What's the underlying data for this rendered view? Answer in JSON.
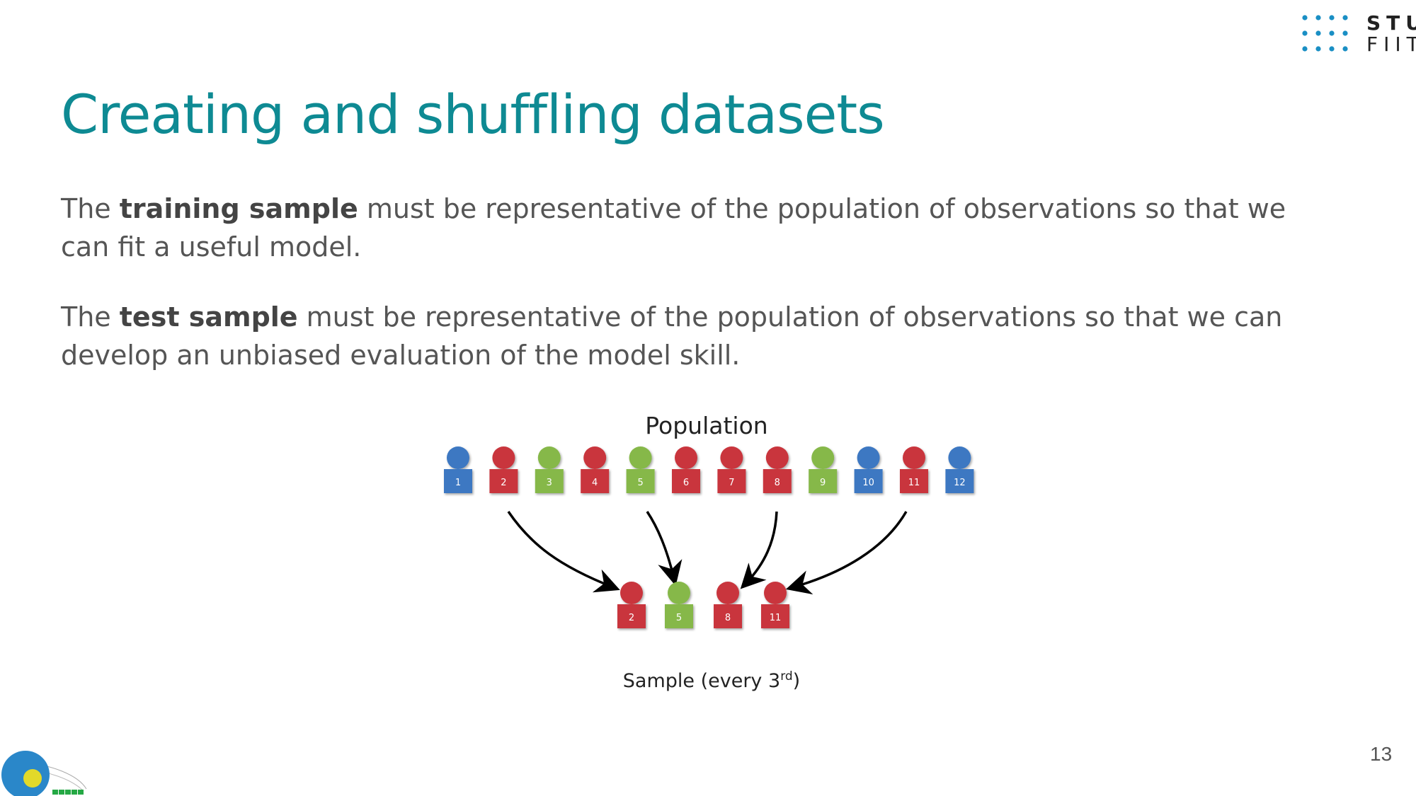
{
  "logo": {
    "line1": "STU",
    "line2": "FIIT"
  },
  "title": "Creating and shuffling datasets",
  "paragraphs": [
    {
      "prefix": "The ",
      "bold": "training sample",
      "suffix": " must be representative of the population of observations so that we can fit a useful model."
    },
    {
      "prefix": "The ",
      "bold": "test sample",
      "suffix": " must be representative of the population of observations so that we can develop an unbiased evaluation of the model skill."
    }
  ],
  "figure": {
    "population_label": "Population",
    "sample_label_base": "Sample (every 3",
    "sample_label_sup": "rd",
    "sample_label_end": ")",
    "population": [
      {
        "label": "1",
        "color": "blue"
      },
      {
        "label": "2",
        "color": "red"
      },
      {
        "label": "3",
        "color": "green"
      },
      {
        "label": "4",
        "color": "red"
      },
      {
        "label": "5",
        "color": "green"
      },
      {
        "label": "6",
        "color": "red"
      },
      {
        "label": "7",
        "color": "red"
      },
      {
        "label": "8",
        "color": "red"
      },
      {
        "label": "9",
        "color": "green"
      },
      {
        "label": "10",
        "color": "blue"
      },
      {
        "label": "11",
        "color": "red"
      },
      {
        "label": "12",
        "color": "blue"
      }
    ],
    "sample": [
      {
        "label": "2",
        "color": "red"
      },
      {
        "label": "5",
        "color": "green"
      },
      {
        "label": "8",
        "color": "red"
      },
      {
        "label": "11",
        "color": "red"
      }
    ],
    "colors": {
      "blue": "#3d78c2",
      "red": "#c9363d",
      "green": "#86b84a",
      "title": "#0e8a93",
      "logo_dots": "#1a8fc4"
    }
  },
  "page_number": "13"
}
